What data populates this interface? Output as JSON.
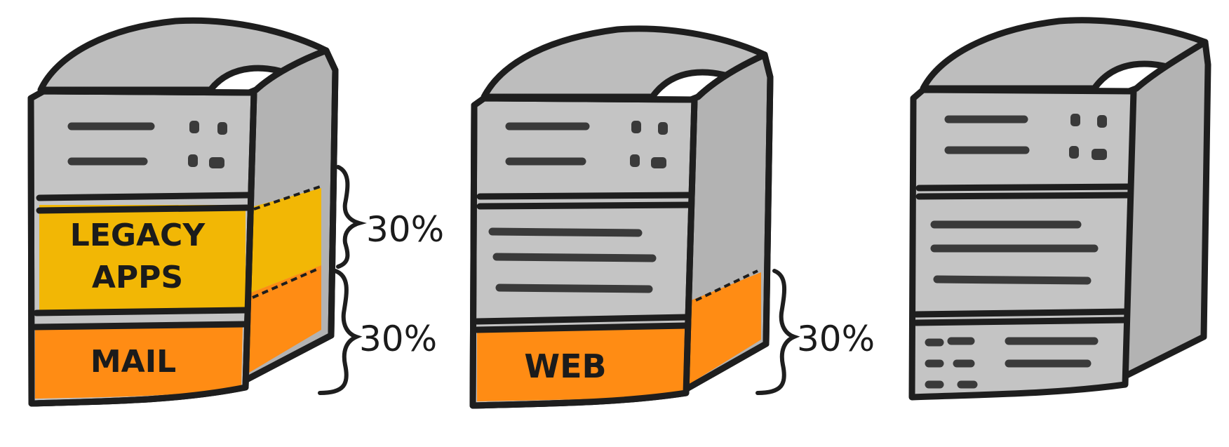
{
  "colors": {
    "case": "#c4c4c4",
    "case_side": "#b3b3b3",
    "case_top": "#bdbdbd",
    "outline": "#1e1e1e",
    "legacy": "#f2b705",
    "mail": "#ff8c14",
    "web": "#ff8c14"
  },
  "servers": [
    {
      "slices": [
        {
          "label_lines": [
            "LEGACY",
            "APPS"
          ],
          "share": "30%"
        },
        {
          "label_lines": [
            "MAIL"
          ],
          "share": "30%"
        }
      ]
    },
    {
      "slices": [
        {
          "label_lines": [
            "WEB"
          ],
          "share": "30%"
        }
      ]
    },
    {
      "slices": []
    }
  ]
}
